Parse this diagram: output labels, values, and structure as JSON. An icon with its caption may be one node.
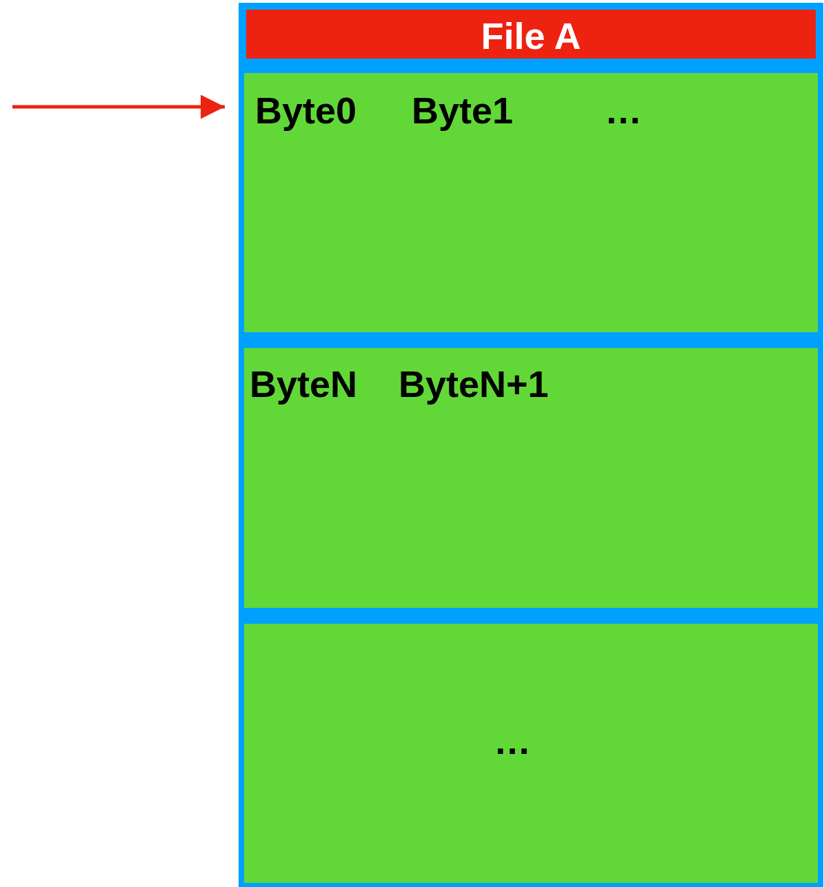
{
  "diagram": {
    "nodes": [
      {
        "text": [],
        "shape": "box"
      },
      {
        "text": [
          "File A"
        ],
        "in": 0
      },
      {
        "text": [
          "Byte0",
          "Byte1",
          "…"
        ],
        "in": 0
      },
      {
        "text": [
          "ByteN",
          "ByteN+1"
        ],
        "in": 0
      },
      {
        "text": [
          "…"
        ],
        "in": 0
      }
    ],
    "edges": [
      {
        "from": null,
        "to": 2,
        "arrow": "to",
        "color": "#ee2211"
      }
    ]
  }
}
